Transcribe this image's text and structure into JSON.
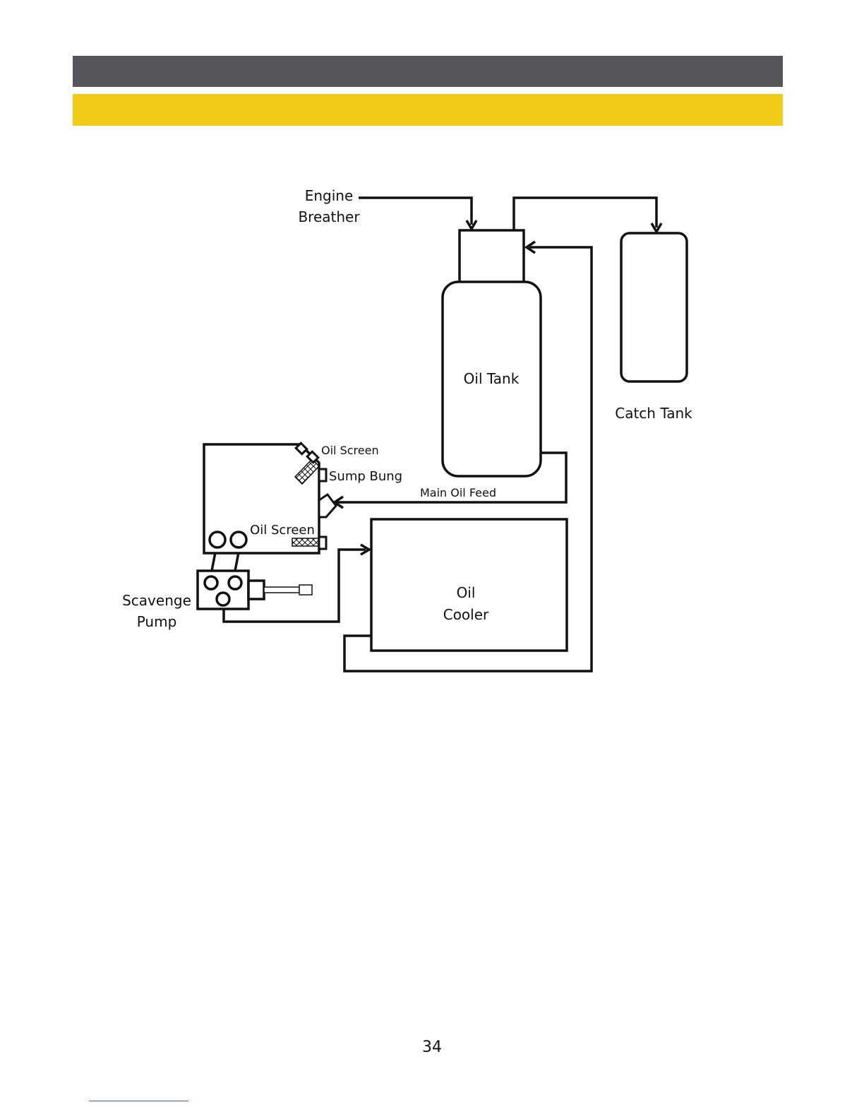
{
  "header": {
    "dark_bar_color": "#55565b",
    "accent_bar_color": "#f0cb17"
  },
  "diagram": {
    "labels": {
      "engine_breather_line1": "Engine",
      "engine_breather_line2": "Breather",
      "oil_tank": "Oil Tank",
      "catch_tank": "Catch Tank",
      "oil_screen_top": "Oil Screen",
      "sump_bung": "Sump Bung",
      "main_oil_feed": "Main Oil Feed",
      "oil_screen_lower": "Oil Screen",
      "scavenge_pump_line1": "Scavenge",
      "scavenge_pump_line2": "Pump",
      "oil_cooler_line1": "Oil",
      "oil_cooler_line2": "Cooler"
    }
  },
  "footer": {
    "page_number": "34"
  }
}
